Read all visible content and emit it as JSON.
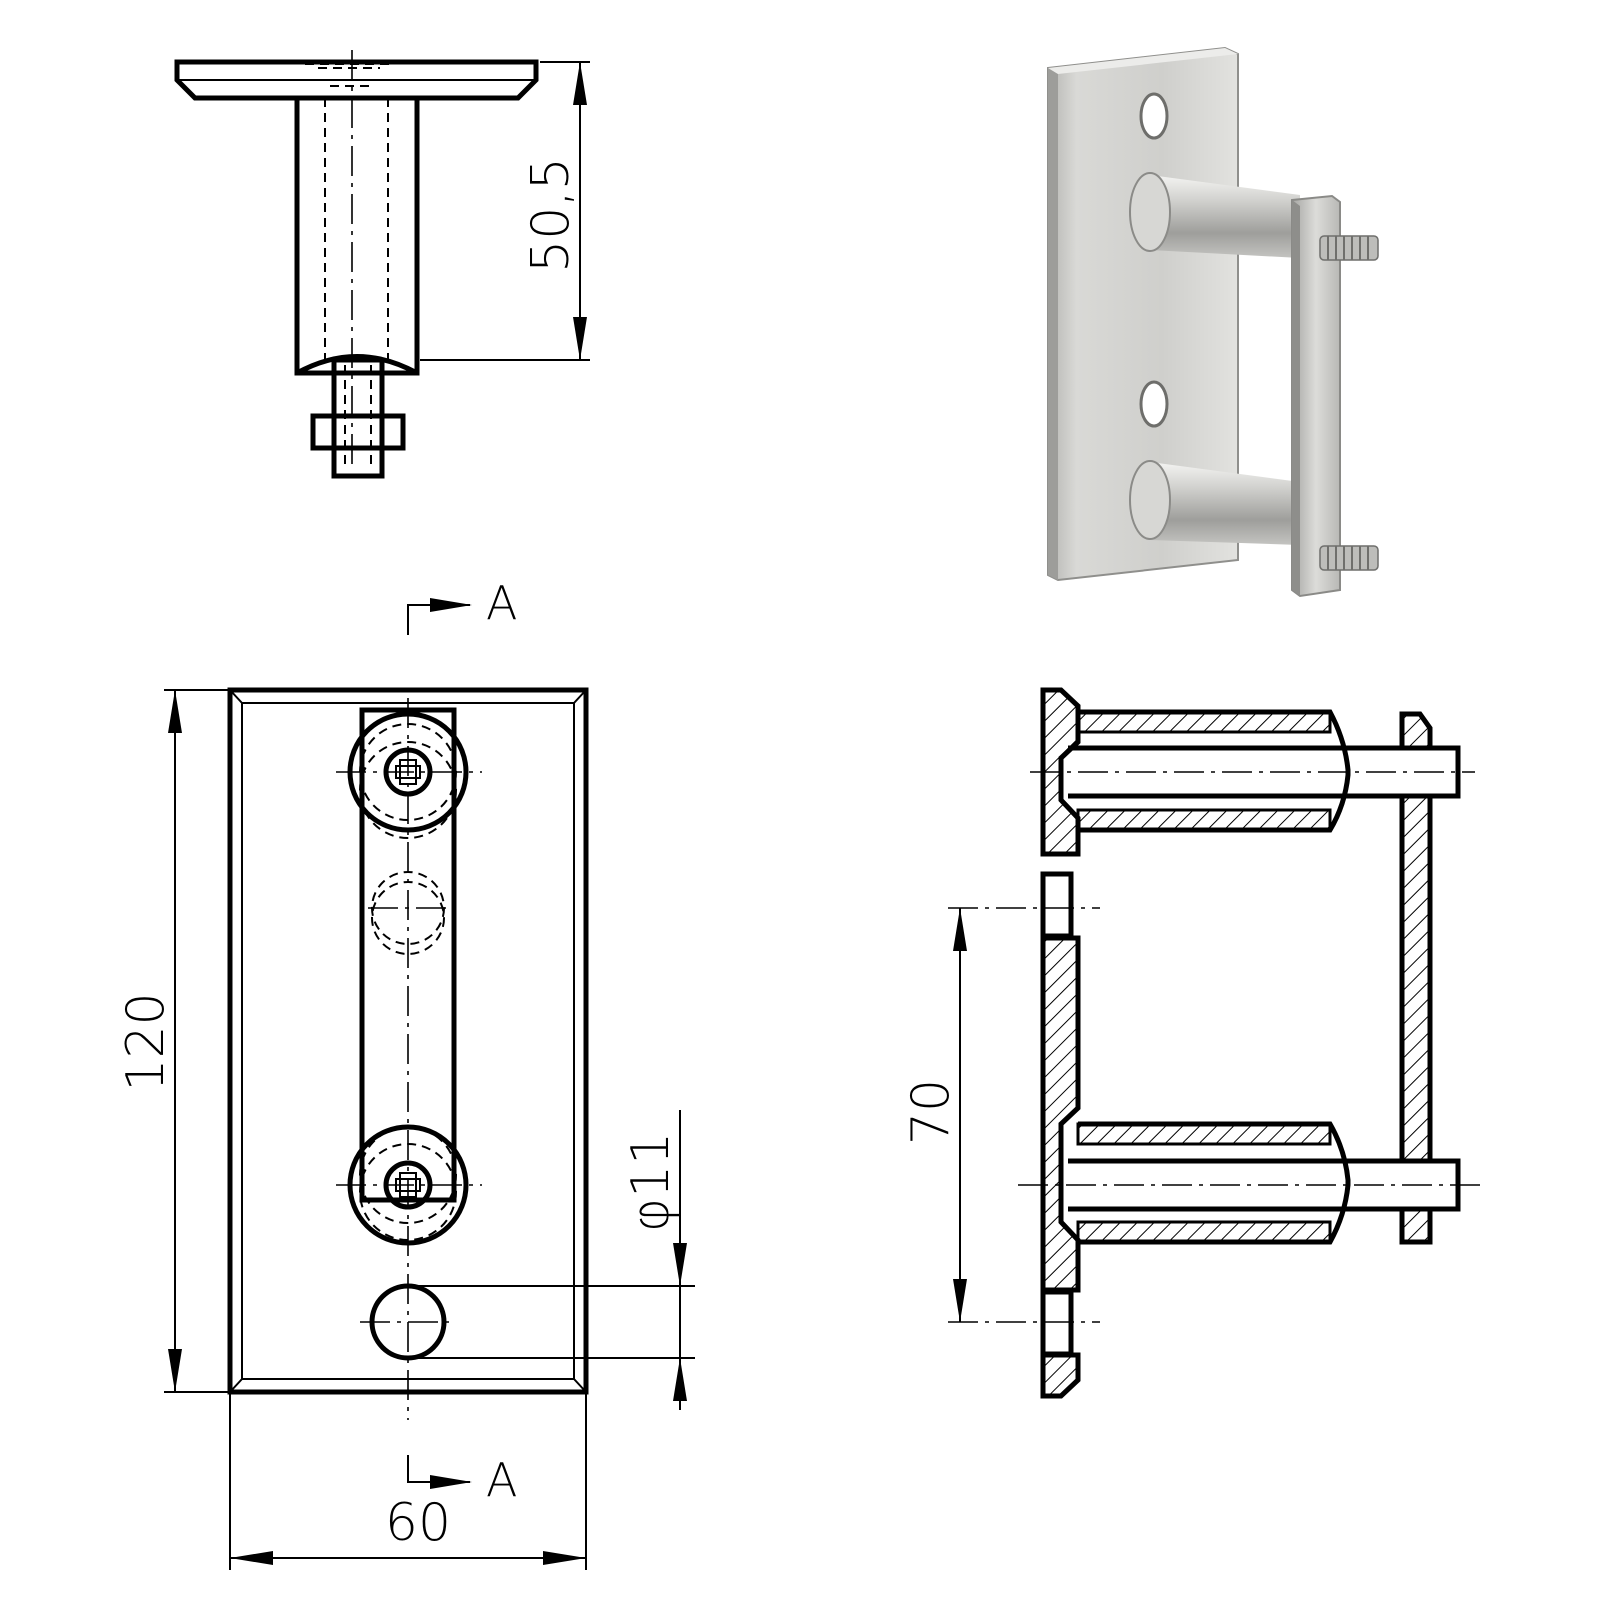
{
  "drawing": {
    "dimensions": {
      "length_tube": "50,5",
      "height_plate": "120",
      "width_plate": "60",
      "hole_diameter": "φ11",
      "hole_spacing": "70"
    },
    "section_marker": {
      "top": "A",
      "bottom": "A"
    }
  },
  "photo": {
    "steel_light": "#e8e8e6",
    "steel_mid": "#c9c9c6",
    "steel_dark": "#9b9b98",
    "steel_shadow": "#7a7a77"
  }
}
